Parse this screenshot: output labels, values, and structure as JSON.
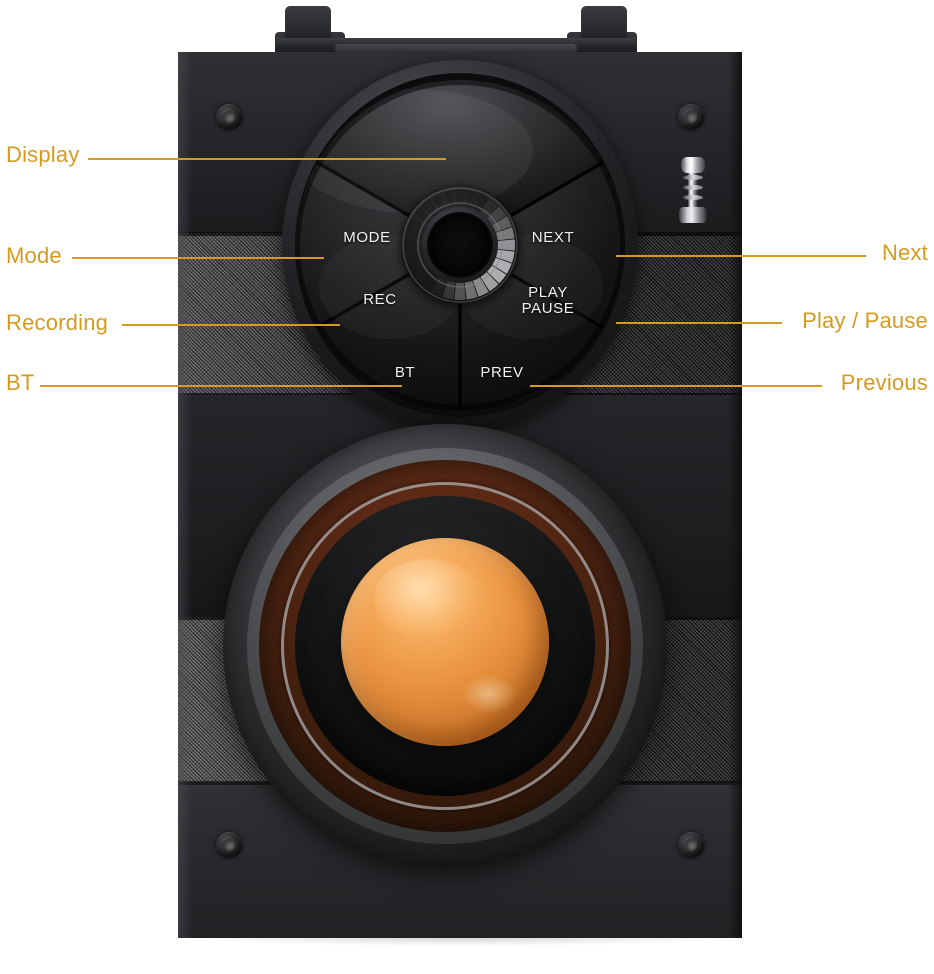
{
  "diagram": {
    "title": "Portable Bluetooth Speaker Control Callout Diagram",
    "accent_color": "#d69a1e",
    "background_color": "#ffffff",
    "button_label_color": "#f1f2f4",
    "woofer_cone_color": "#e8923f",
    "cabinet_color": "#1c1d1f",
    "grille_color": "#4e5053"
  },
  "callouts": {
    "left": [
      {
        "label": "Display",
        "name": "callout-display"
      },
      {
        "label": "Mode",
        "name": "callout-mode"
      },
      {
        "label": "Recording",
        "name": "callout-recording"
      },
      {
        "label": "BT",
        "name": "callout-bt"
      }
    ],
    "right": [
      {
        "label": "Next",
        "name": "callout-next"
      },
      {
        "label": "Play / Pause",
        "name": "callout-play-pause"
      },
      {
        "label": "Previous",
        "name": "callout-previous"
      }
    ]
  },
  "control_panel": {
    "name": "circular-control-dial",
    "buttons": [
      {
        "key": "mode",
        "label": "MODE"
      },
      {
        "key": "next",
        "label": "NEXT"
      },
      {
        "key": "rec",
        "label": "REC"
      },
      {
        "key": "play_pause",
        "label": "PLAY\nPAUSE"
      },
      {
        "key": "bt",
        "label": "BT"
      },
      {
        "key": "prev",
        "label": "PREV"
      }
    ],
    "knob": {
      "name": "volume-knob",
      "style": "knurled"
    }
  },
  "hardware": {
    "handle": "carry-handle",
    "antenna": "telescopic-antenna",
    "woofer": "bass-driver",
    "screws": [
      "screw-top-left",
      "screw-top-right",
      "screw-bottom-left",
      "screw-bottom-right"
    ],
    "grilles": [
      "upper-mesh-grille",
      "lower-mesh-grille"
    ]
  }
}
